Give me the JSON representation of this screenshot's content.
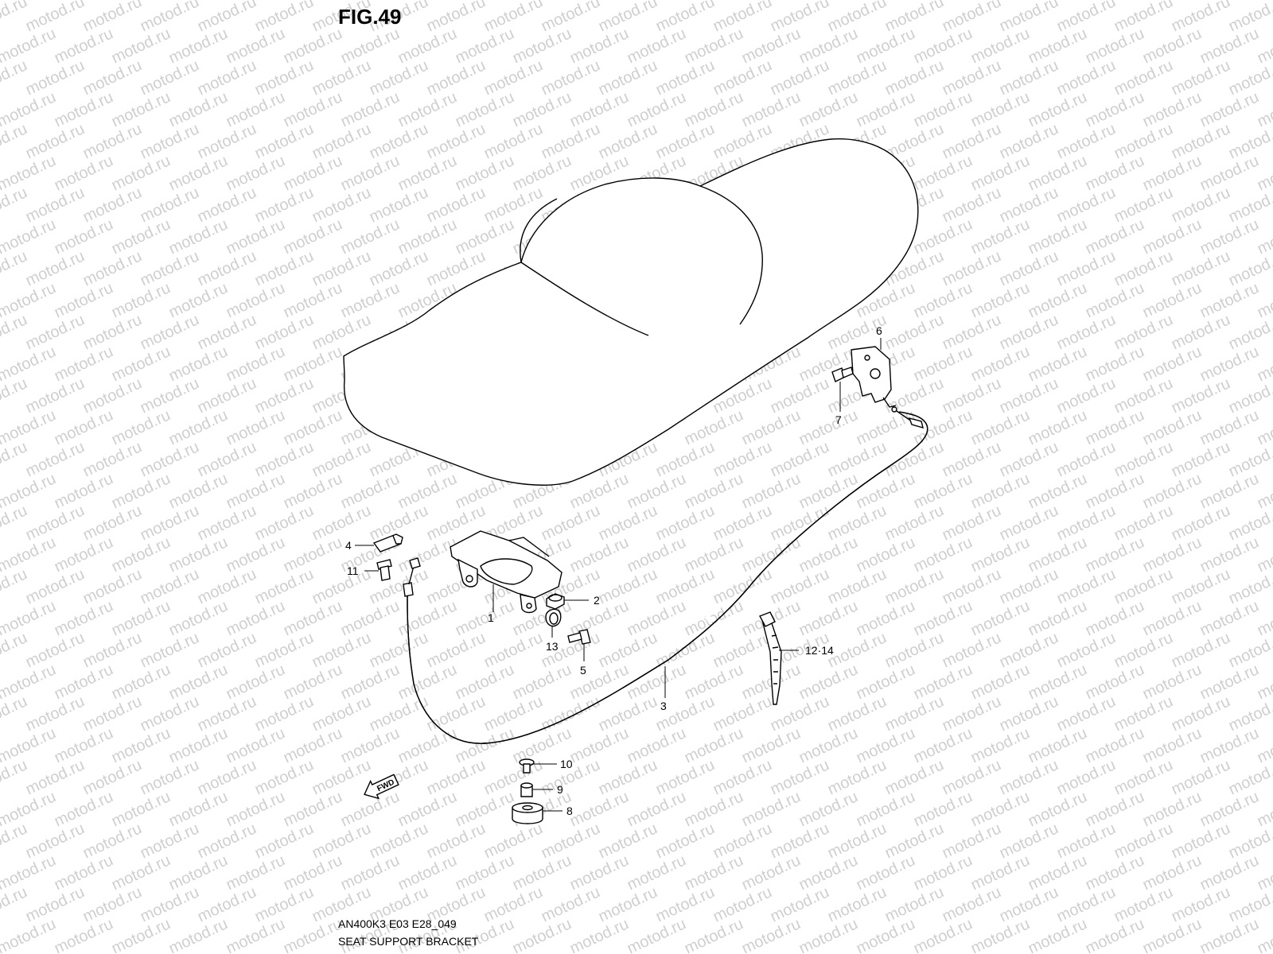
{
  "figure": {
    "title": "FIG.49",
    "code": "AN400K3 E03 E28_049",
    "caption": "SEAT SUPPORT BRACKET"
  },
  "watermark": {
    "text": "motod.ru"
  },
  "direction_marker": {
    "label": "FWD",
    "icon": "arrow-forward-icon"
  },
  "callouts": [
    {
      "id": "1",
      "label": "1"
    },
    {
      "id": "2",
      "label": "2"
    },
    {
      "id": "3",
      "label": "3"
    },
    {
      "id": "4",
      "label": "4"
    },
    {
      "id": "5",
      "label": "5"
    },
    {
      "id": "6",
      "label": "6"
    },
    {
      "id": "7",
      "label": "7"
    },
    {
      "id": "8",
      "label": "8"
    },
    {
      "id": "9",
      "label": "9"
    },
    {
      "id": "10",
      "label": "10"
    },
    {
      "id": "11",
      "label": "11"
    },
    {
      "id": "12-14",
      "label": "12·14"
    },
    {
      "id": "13",
      "label": "13"
    }
  ],
  "colors": {
    "line": "#000000",
    "watermark": "#cfcfcf",
    "background": "#ffffff"
  }
}
